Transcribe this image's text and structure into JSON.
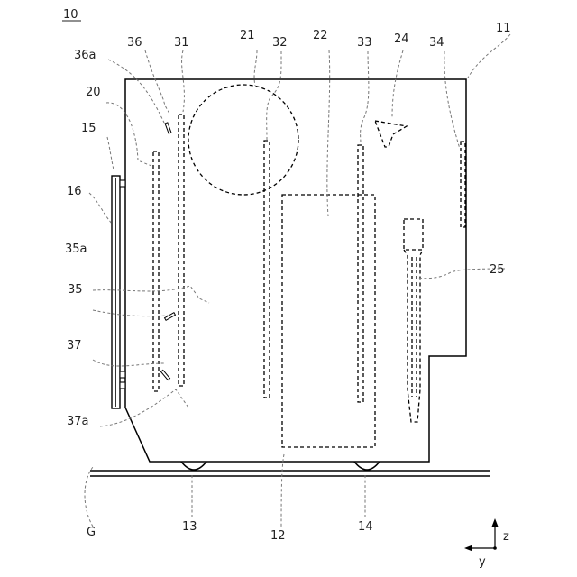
{
  "figure": {
    "title_ref": "10",
    "labels": {
      "l11": "11",
      "l12": "12",
      "l13": "13",
      "l14": "14",
      "l15": "15",
      "l16": "16",
      "l20": "20",
      "l21": "21",
      "l22": "22",
      "l24": "24",
      "l25": "25",
      "l31": "31",
      "l32": "32",
      "l33": "33",
      "l34": "34",
      "l35": "35",
      "l35a": "35a",
      "l36": "36",
      "l36a": "36a",
      "l37": "37",
      "l37a": "37a",
      "lG": "G"
    },
    "axes": {
      "z": "z",
      "y": "y"
    }
  }
}
